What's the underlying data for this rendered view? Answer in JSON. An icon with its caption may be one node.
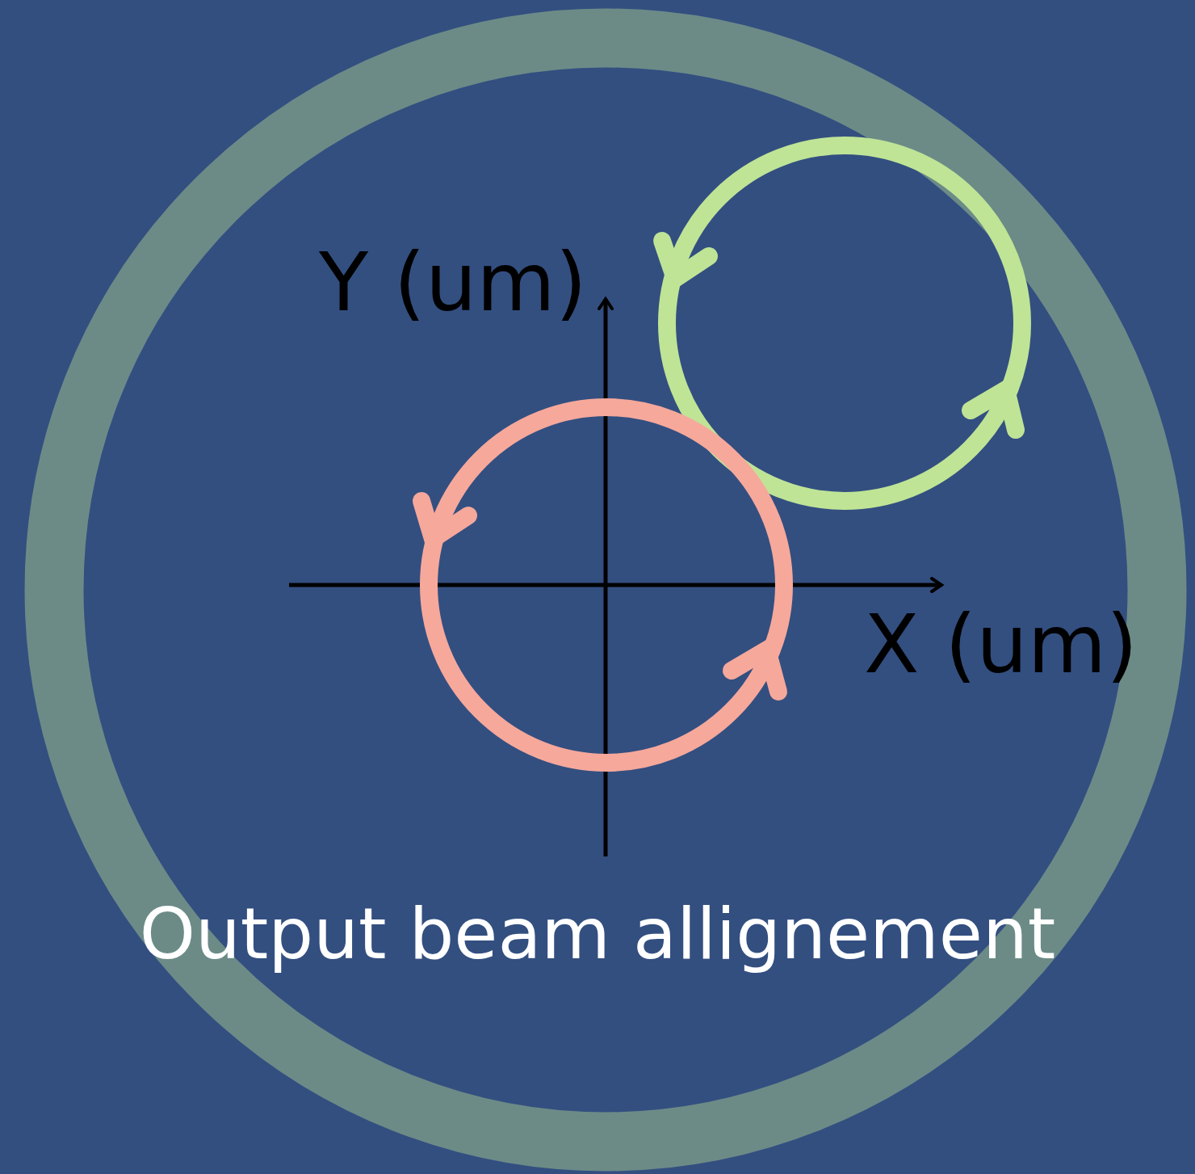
{
  "diagram": {
    "caption": "Output beam allignement",
    "labels": [
      "Y (um)",
      "X (um)"
    ]
  }
}
